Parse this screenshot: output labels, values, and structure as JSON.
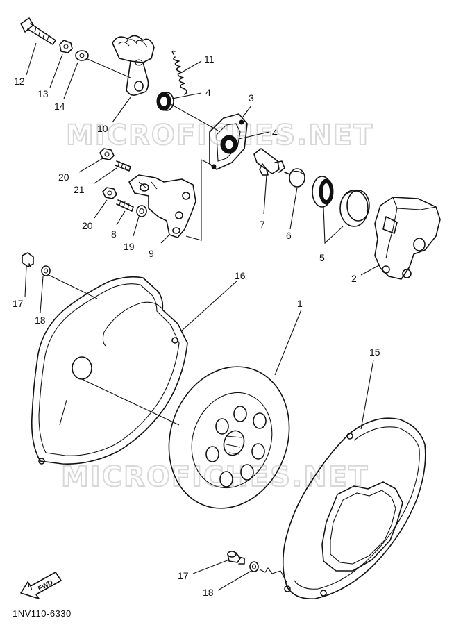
{
  "diagram": {
    "watermark": "MICROFICHES.NET",
    "drawing_code": "1NV110-6330",
    "direction_label": "FWD",
    "callouts": {
      "c1": "1",
      "c2": "2",
      "c3": "3",
      "c4a": "4",
      "c4b": "4",
      "c5": "5",
      "c6": "6",
      "c7": "7",
      "c8": "8",
      "c9": "9",
      "c10": "10",
      "c11": "11",
      "c12": "12",
      "c13": "13",
      "c14": "14",
      "c15": "15",
      "c16": "16",
      "c17a": "17",
      "c17b": "17",
      "c18a": "18",
      "c18b": "18",
      "c19": "19",
      "c20a": "20",
      "c20b": "20",
      "c21": "21"
    }
  }
}
